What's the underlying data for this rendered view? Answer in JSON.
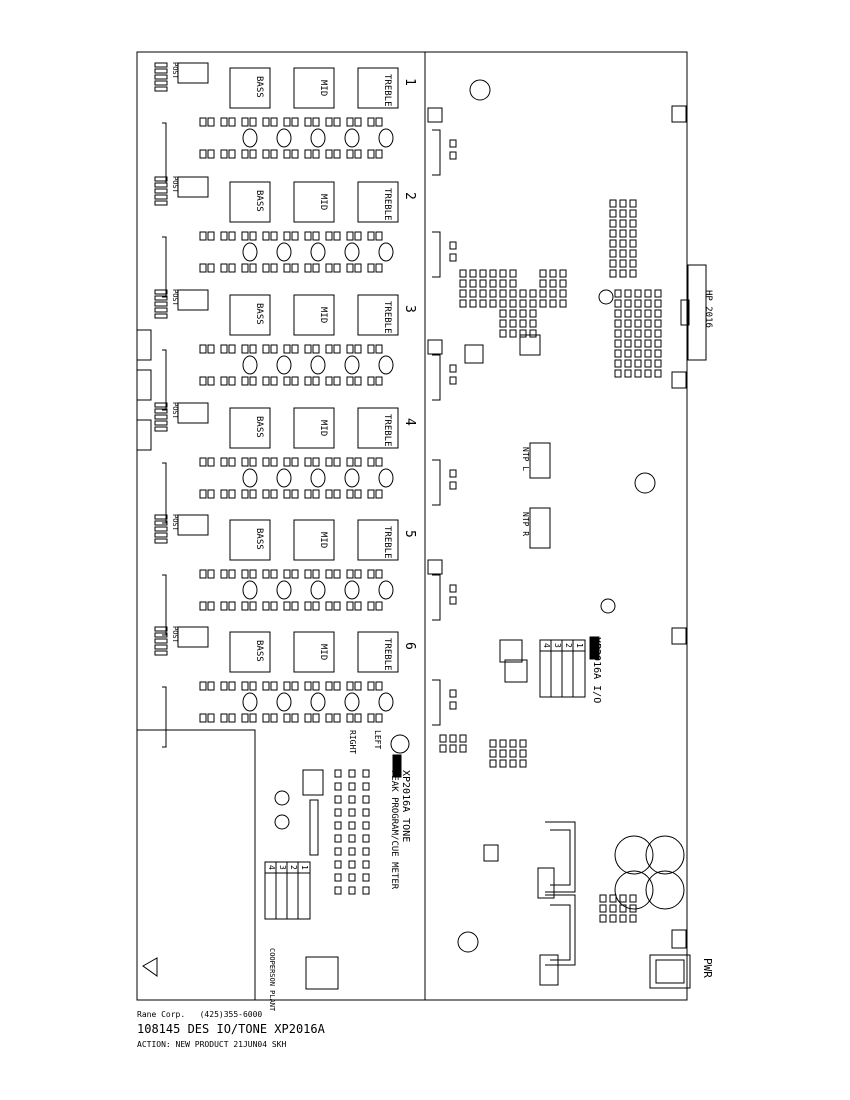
{
  "board": {
    "tone_channels": [
      {
        "number": "1",
        "bass": "BASS",
        "mid": "MID",
        "treble": "TREBLE",
        "post": "POST"
      },
      {
        "number": "2",
        "bass": "BASS",
        "mid": "MID",
        "treble": "TREBLE",
        "post": "POST"
      },
      {
        "number": "3",
        "bass": "BASS",
        "mid": "MID",
        "treble": "TREBLE",
        "post": "POST"
      },
      {
        "number": "4",
        "bass": "BASS",
        "mid": "MID",
        "treble": "TREBLE",
        "post": "POST"
      },
      {
        "number": "5",
        "bass": "BASS",
        "mid": "MID",
        "treble": "TREBLE",
        "post": "POST"
      },
      {
        "number": "6",
        "bass": "BASS",
        "mid": "MID",
        "treble": "TREBLE",
        "post": "POST"
      }
    ],
    "tone_board_label": "XP2016A TONE",
    "meter_label": "PEAK PROGRAM/CUE METER",
    "left_label": "LEFT",
    "right_label": "RIGHT",
    "io_board_label": "XP2016A I/O",
    "hp_label": "HP 2016",
    "ntp_l": "NTP L",
    "ntp_r": "NTP R",
    "pwr_label": "PWR",
    "gdp_label": "COOPERSON PLANT",
    "version_digits": [
      "1",
      "2",
      "3",
      "4"
    ]
  },
  "footer": {
    "line1": "Rane Corp.   (425)355-6000",
    "line2": "108145 DES IO/TONE XP2016A",
    "line3": "ACTION: NEW PRODUCT 21JUN04 SKH"
  }
}
